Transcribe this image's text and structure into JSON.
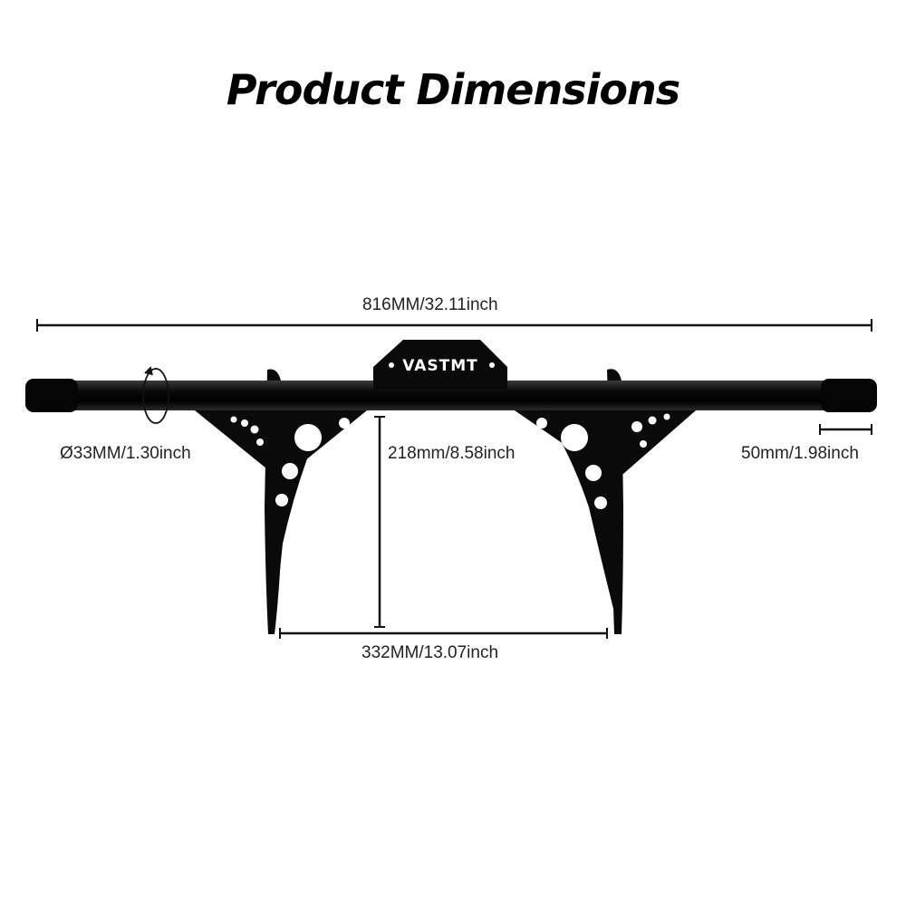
{
  "title": "Product Dimensions",
  "brand": "VASTMT",
  "dimensions": {
    "overall_length": "816MM/32.11inch",
    "tube_diameter": "Ø33MM/1.30inch",
    "height": "218mm/8.58inch",
    "end_cap_length": "50mm/1.98inch",
    "leg_spacing": "332MM/13.07inch"
  },
  "colors": {
    "product": "#0a0a0a",
    "line": "#111111",
    "logo_text": "#ffffff"
  }
}
